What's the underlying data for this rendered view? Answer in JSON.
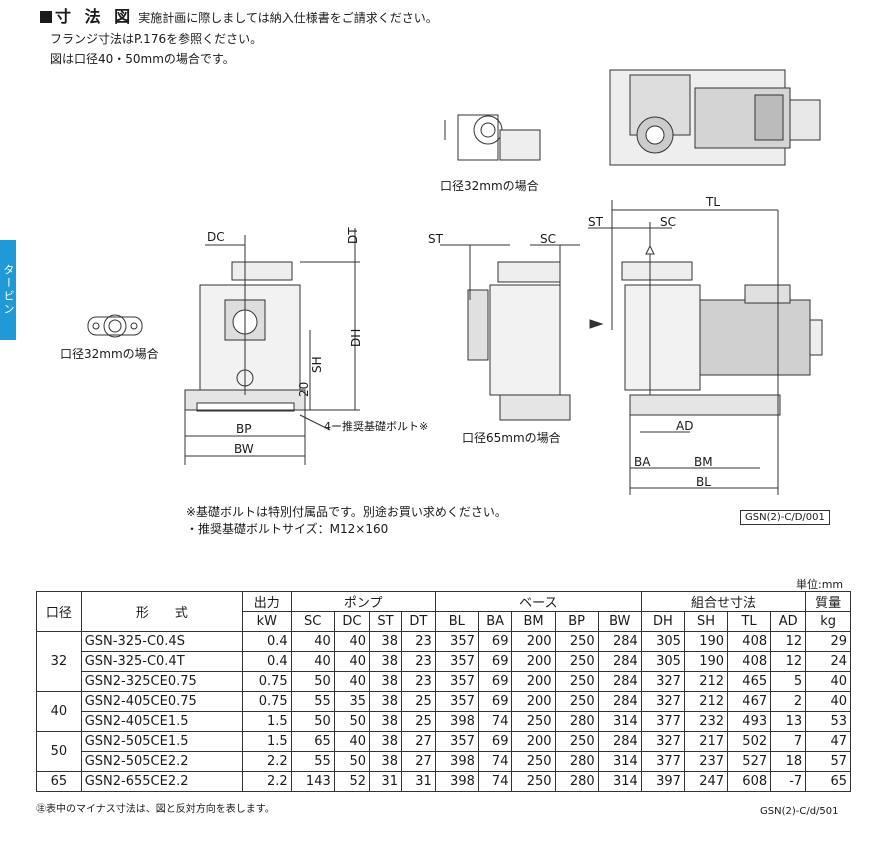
{
  "header": {
    "title": "寸 法 図",
    "lead": "実施計画に際しましては納入仕様書をご請求ください。",
    "line2": "フランジ寸法はP.176を参照ください。",
    "line3": "図は口径40・50mmの場合です。"
  },
  "side_tab": "タービン",
  "drawing": {
    "labels": {
      "dc": "DC",
      "dt": "DT",
      "dh": "DH",
      "sh": "SH",
      "twenty": "20",
      "bp": "BP",
      "bw": "BW",
      "st": "ST",
      "sc": "SC",
      "tl": "TL",
      "ad": "AD",
      "ba": "BA",
      "bm": "BM",
      "bl": "BL"
    },
    "captions": {
      "bore32_left": "口径32mmの場合",
      "bore32_top": "口径32mmの場合",
      "bore65": "口径65mmの場合",
      "bolt": "4ー推奨基礎ボルト※"
    },
    "code": "GSN(2)-C/D/001"
  },
  "notes": {
    "n1": "※基礎ボルトは特別付属品です。別途お買い求めください。",
    "n2": "・推奨基礎ボルトサイズ：M12×160"
  },
  "table": {
    "unit": "単位:mm",
    "head": {
      "bore": "口径",
      "model": "形　　式",
      "output": "出力",
      "pump": "ポンプ",
      "base": "ベース",
      "combo": "組合せ寸法",
      "mass": "質量",
      "kw": "kW",
      "sc": "SC",
      "dc": "DC",
      "st": "ST",
      "dt": "DT",
      "bl": "BL",
      "ba": "BA",
      "bm": "BM",
      "bp": "BP",
      "bw": "BW",
      "dh": "DH",
      "sh": "SH",
      "tl": "TL",
      "ad": "AD",
      "kg": "kg"
    },
    "groups": [
      {
        "bore": "32",
        "rows": [
          [
            "GSN-325-C0.4S",
            "0.4",
            "40",
            "40",
            "38",
            "23",
            "357",
            "69",
            "200",
            "250",
            "284",
            "305",
            "190",
            "408",
            "12",
            "29"
          ],
          [
            "GSN-325-C0.4T",
            "0.4",
            "40",
            "40",
            "38",
            "23",
            "357",
            "69",
            "200",
            "250",
            "284",
            "305",
            "190",
            "408",
            "12",
            "24"
          ],
          [
            "GSN2-325CE0.75",
            "0.75",
            "50",
            "40",
            "38",
            "23",
            "357",
            "69",
            "200",
            "250",
            "284",
            "327",
            "212",
            "465",
            "5",
            "40"
          ]
        ]
      },
      {
        "bore": "40",
        "rows": [
          [
            "GSN2-405CE0.75",
            "0.75",
            "55",
            "35",
            "38",
            "25",
            "357",
            "69",
            "200",
            "250",
            "284",
            "327",
            "212",
            "467",
            "2",
            "40"
          ],
          [
            "GSN2-405CE1.5",
            "1.5",
            "50",
            "50",
            "38",
            "25",
            "398",
            "74",
            "250",
            "280",
            "314",
            "377",
            "232",
            "493",
            "13",
            "53"
          ]
        ]
      },
      {
        "bore": "50",
        "rows": [
          [
            "GSN2-505CE1.5",
            "1.5",
            "65",
            "40",
            "38",
            "27",
            "357",
            "69",
            "200",
            "250",
            "284",
            "327",
            "217",
            "502",
            "7",
            "47"
          ],
          [
            "GSN2-505CE2.2",
            "2.2",
            "55",
            "50",
            "38",
            "27",
            "398",
            "74",
            "250",
            "280",
            "314",
            "377",
            "237",
            "527",
            "18",
            "57"
          ]
        ]
      },
      {
        "bore": "65",
        "rows": [
          [
            "GSN2-655CE2.2",
            "2.2",
            "143",
            "52",
            "31",
            "31",
            "398",
            "74",
            "250",
            "280",
            "314",
            "397",
            "247",
            "608",
            "-7",
            "65"
          ]
        ]
      }
    ],
    "footnote": "㊟表中のマイナス寸法は、図と反対方向を表します。",
    "code": "GSN(2)-C/d/501"
  }
}
